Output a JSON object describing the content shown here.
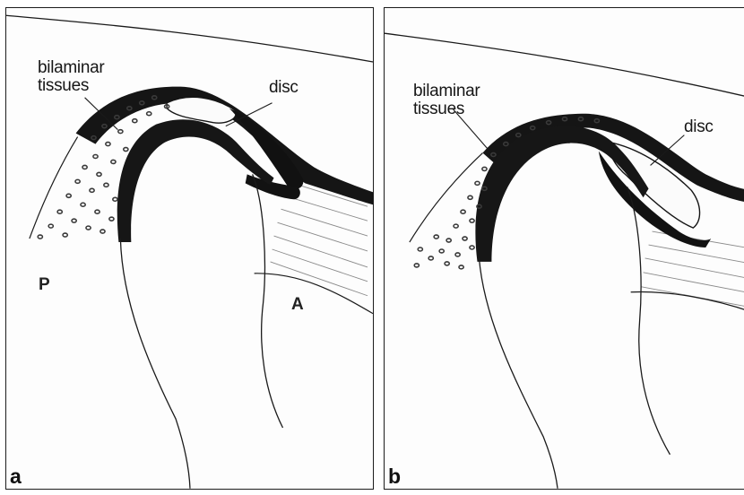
{
  "panels": [
    {
      "letter": "a",
      "labels": {
        "bilaminar_line1": "bilaminar",
        "bilaminar_line2": "tissues",
        "disc": "disc",
        "posterior": "P",
        "anterior": "A"
      }
    },
    {
      "letter": "b",
      "labels": {
        "bilaminar_line1": "bilaminar",
        "bilaminar_line2": "tissues",
        "disc": "disc"
      }
    }
  ],
  "colors": {
    "ink": "#161616",
    "dots": "#3a3a3a",
    "muscle_lines": "#8a8a8a"
  }
}
